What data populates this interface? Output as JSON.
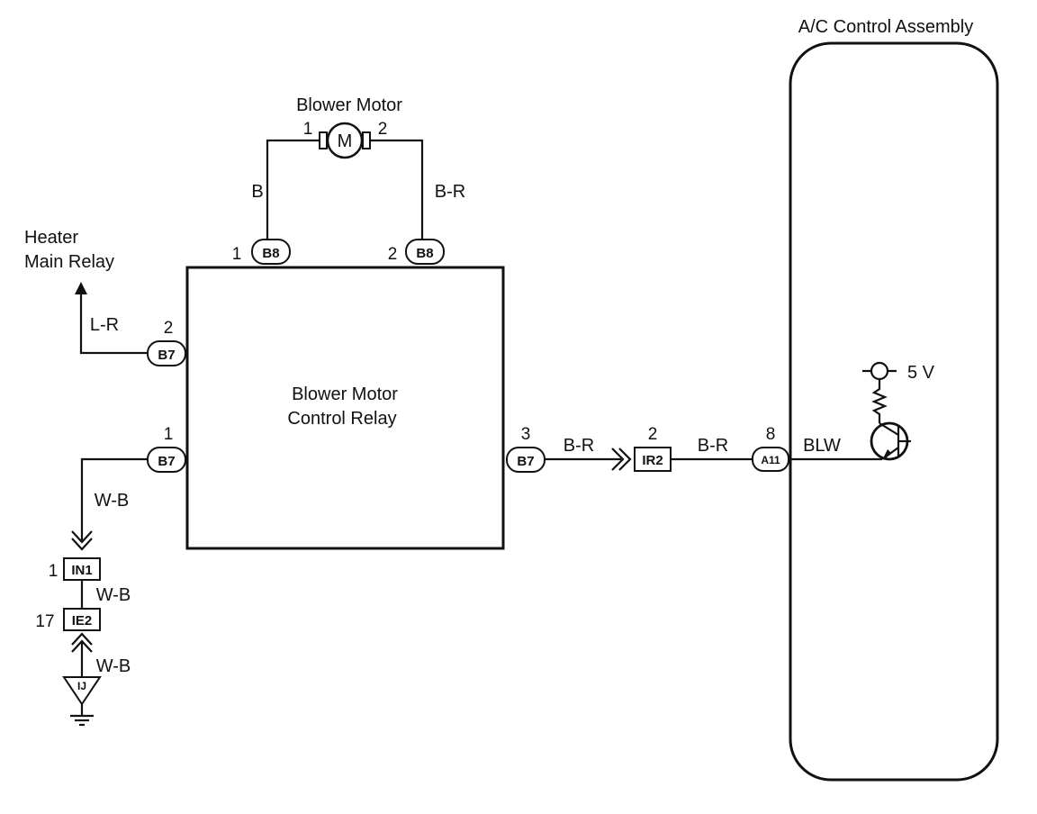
{
  "blower_motor": {
    "title": "Blower Motor",
    "symbol": "M",
    "pin1": "1",
    "pin2": "2"
  },
  "wires": {
    "left": "B",
    "right": "B-R",
    "heater": "L-R",
    "ground1": "W-B",
    "ground2": "W-B",
    "ground3": "W-B",
    "out1": "B-R",
    "out2": "B-R",
    "blw": "BLW"
  },
  "relay": {
    "line1": "Blower Motor",
    "line2": "Control Relay"
  },
  "connectors": {
    "b8_1": {
      "pin": "1",
      "id": "B8"
    },
    "b8_2": {
      "pin": "2",
      "id": "B8"
    },
    "b7_2": {
      "pin": "2",
      "id": "B7"
    },
    "b7_1": {
      "pin": "1",
      "id": "B7"
    },
    "b7_3": {
      "pin": "3",
      "id": "B7"
    },
    "ir2": {
      "pin": "2",
      "id": "IR2"
    },
    "a11": {
      "pin": "8",
      "id": "A11"
    },
    "in1": {
      "pin": "1",
      "id": "IN1"
    },
    "ie2": {
      "pin": "17",
      "id": "IE2"
    },
    "ij": {
      "id": "IJ"
    }
  },
  "heater_relay": {
    "line1": "Heater",
    "line2": "Main Relay"
  },
  "ac_control": {
    "title": "A/C Control Assembly",
    "voltage": "5 V"
  }
}
